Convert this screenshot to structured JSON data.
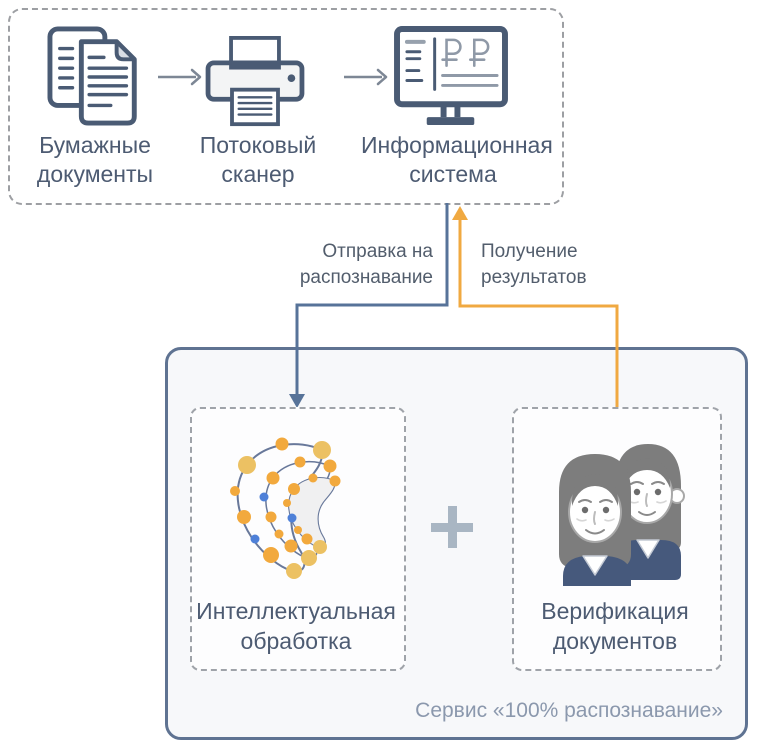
{
  "colors": {
    "icon_stroke": "#4a5b74",
    "text_primary": "#4d5b72",
    "flow_blue": "#577399",
    "flow_orange": "#f0a941",
    "service_box_border": "#5f7392",
    "service_box_fill": "#f7f8fa",
    "dashed_border": "#9d9fa3",
    "plus": "#a9b6c3",
    "caption_text": "#8b98ad",
    "dot_orange": "#f2a93d",
    "dot_orange_light": "#ecc163",
    "dot_blue": "#4e80d8",
    "hair_gray": "#7d7d7d",
    "shirt_navy": "#46597c"
  },
  "pipeline": {
    "items": [
      {
        "icon": "documents-icon",
        "label": "Бумажные\nдокументы"
      },
      {
        "icon": "scanner-icon",
        "label": "Потоковый\nсканер"
      },
      {
        "icon": "monitor-icon",
        "label": "Информационная\nсистема"
      }
    ],
    "arrow_icon": "right-arrow-icon"
  },
  "flows": {
    "send": {
      "label": "Отправка на\nраспознавание",
      "direction": "down",
      "color": "#577399"
    },
    "receive": {
      "label": "Получение\nрезультатов",
      "direction": "up",
      "color": "#f0a941"
    }
  },
  "service": {
    "modules": [
      {
        "icon": "neural-network-icon",
        "label": "Интеллектуальная\nобработка"
      },
      {
        "icon": "operators-icon",
        "label": "Верификация\nдокументов"
      }
    ],
    "plus_icon": "plus-icon",
    "caption": "Сервис «100% распознавание»"
  }
}
